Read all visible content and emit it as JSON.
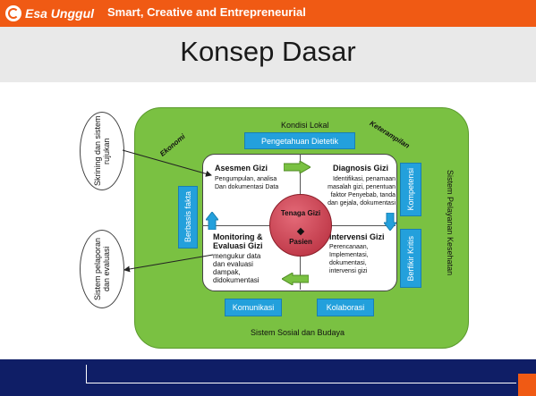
{
  "header": {
    "brand": "Esa Unggul",
    "tagline": "Smart, Creative and Entrepreneurial"
  },
  "slide": {
    "title": "Konsep Dasar"
  },
  "diagram": {
    "outer_top": "Kondisi Lokal",
    "outer_bottom": "Sistem Sosial dan Budaya",
    "outer_right": "Sistem Pelayanan Kesehatan",
    "corner_left": "Ekonomi",
    "corner_right": "Keterampilan",
    "top_box": "Pengetahuan Dietetik",
    "left_box": "Berbasis fakta",
    "right_top_box": "Kompetensi",
    "right_bottom_box": "Berfikir Kritis",
    "bottom_left_box": "Komunikasi",
    "bottom_right_box": "Kolaborasi",
    "center": {
      "top": "Tenaga Gizi",
      "bottom": "Pasien"
    },
    "q1": {
      "title": "Asesmen Gizi",
      "text": "Pengumpulan, analisa Dan dokumentasi Data"
    },
    "q2": {
      "title": "Diagnosis Gizi",
      "text": "Identifikasi, penamaan masalah gizi, penentuan faktor Penyebab, tanda dan gejala, dokumentasi"
    },
    "q3": {
      "title": "Monitoring & Evaluasi Gizi",
      "text": "mengukur data dan evaluasi dampak, didokumentasi"
    },
    "q4": {
      "title": "Intervensi Gizi",
      "text": "Perencanaan, Implementasi, dokumentasi, intervensi gizi"
    },
    "oval_top": "Skrining dan sistem rujukan",
    "oval_bottom": "Sistem pelaporan dan evaluasi"
  },
  "colors": {
    "accent": "#f05a14",
    "footer": "#0f1e66",
    "green": "#7ac142",
    "blue": "#23a0dc",
    "center": "#c0404f"
  }
}
